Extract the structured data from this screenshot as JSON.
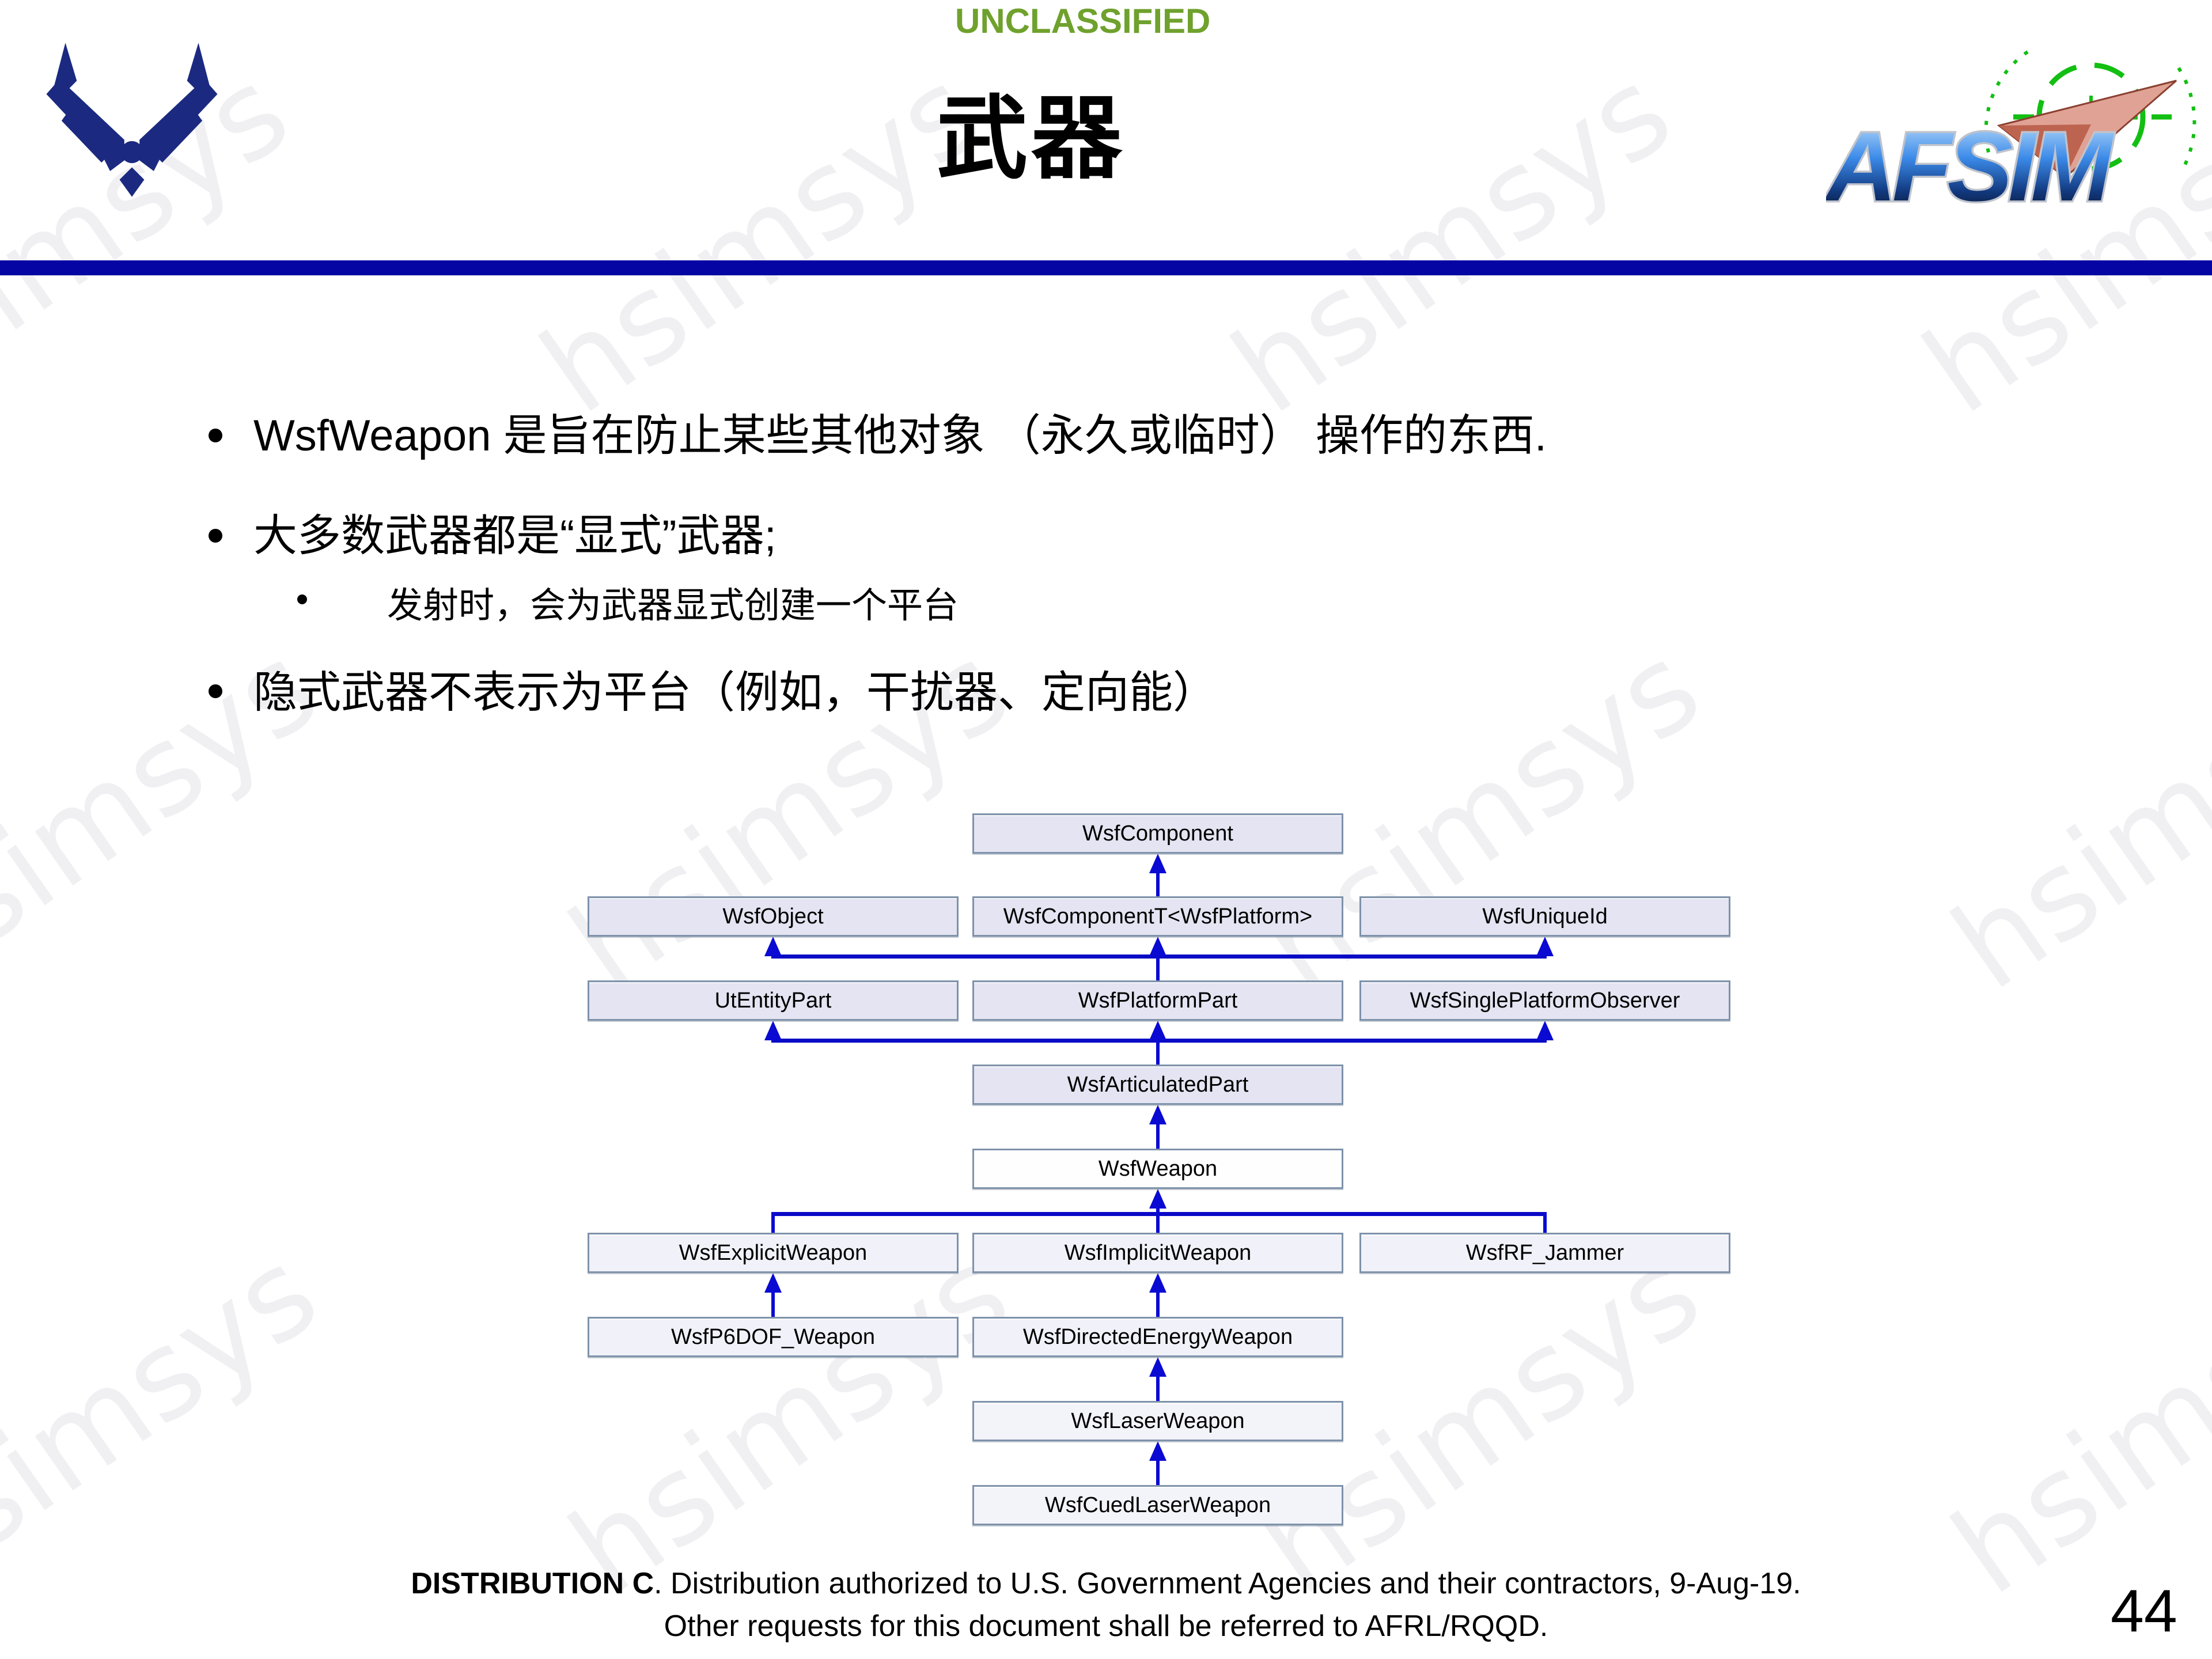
{
  "watermark": {
    "text": "hsimsys"
  },
  "header": {
    "classification": "UNCLASSIFIED",
    "title": "武器"
  },
  "logos": {
    "afsim_text": "AFSIM"
  },
  "bullets": [
    {
      "level": 1,
      "text": "WsfWeapon 是旨在防止某些其他对象 （永久或临时） 操作的东西."
    },
    {
      "level": 1,
      "text": "大多数武器都是“显式”武器;"
    },
    {
      "level": 2,
      "text": "发射时，会为武器显式创建一个平台"
    },
    {
      "level": 1,
      "text": "隐式武器不表示为平台（例如，干扰器、定向能）"
    }
  ],
  "diagram": {
    "type": "class-inheritance",
    "nodes": [
      {
        "label": "WsfComponent"
      },
      {
        "label": "WsfObject"
      },
      {
        "label": "WsfComponentT<WsfPlatform>"
      },
      {
        "label": "WsfUniqueId"
      },
      {
        "label": "UtEntityPart"
      },
      {
        "label": "WsfPlatformPart"
      },
      {
        "label": "WsfSinglePlatformObserver"
      },
      {
        "label": "WsfArticulatedPart"
      },
      {
        "label": "WsfWeapon"
      },
      {
        "label": "WsfExplicitWeapon"
      },
      {
        "label": "WsfImplicitWeapon"
      },
      {
        "label": "WsfRF_Jammer"
      },
      {
        "label": "WsfP6DOF_Weapon"
      },
      {
        "label": "WsfDirectedEnergyWeapon"
      },
      {
        "label": "WsfLaserWeapon"
      },
      {
        "label": "WsfCuedLaserWeapon"
      }
    ],
    "edges": [
      [
        "WsfComponentT<WsfPlatform>",
        "WsfComponent"
      ],
      [
        "WsfPlatformPart",
        "WsfObject"
      ],
      [
        "WsfPlatformPart",
        "WsfComponentT<WsfPlatform>"
      ],
      [
        "WsfPlatformPart",
        "WsfUniqueId"
      ],
      [
        "WsfArticulatedPart",
        "UtEntityPart"
      ],
      [
        "WsfArticulatedPart",
        "WsfPlatformPart"
      ],
      [
        "WsfArticulatedPart",
        "WsfSinglePlatformObserver"
      ],
      [
        "WsfWeapon",
        "WsfArticulatedPart"
      ],
      [
        "WsfExplicitWeapon",
        "WsfWeapon"
      ],
      [
        "WsfImplicitWeapon",
        "WsfWeapon"
      ],
      [
        "WsfRF_Jammer",
        "WsfWeapon"
      ],
      [
        "WsfP6DOF_Weapon",
        "WsfExplicitWeapon"
      ],
      [
        "WsfDirectedEnergyWeapon",
        "WsfImplicitWeapon"
      ],
      [
        "WsfLaserWeapon",
        "WsfDirectedEnergyWeapon"
      ],
      [
        "WsfCuedLaserWeapon",
        "WsfLaserWeapon"
      ]
    ]
  },
  "footer": {
    "distribution_label": "DISTRIBUTION C",
    "line1_rest": ". Distribution authorized to U.S. Government Agencies and their contractors, 9-Aug-19.",
    "line2": "Other requests for this document shall be referred to AFRL/RQQD.",
    "page_number": "44"
  },
  "colors": {
    "classification_green": "#6FA12D",
    "accent_bar_navy": "#0505a3",
    "arrow_blue": "#0a0ad2",
    "node_fill_lavender": "#e4e4f2",
    "node_border": "#7e92aa",
    "usaf_navy": "#1b2a80",
    "reticle_green": "#12bf12"
  }
}
